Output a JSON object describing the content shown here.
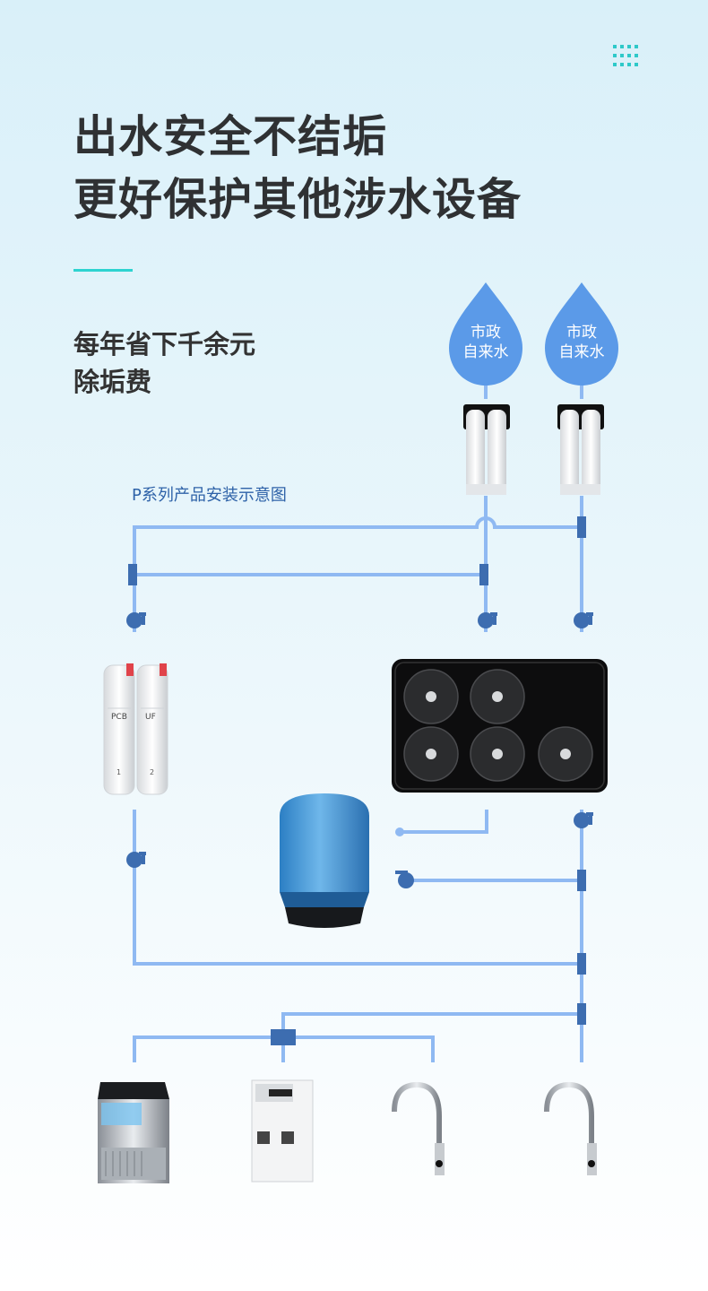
{
  "headline": {
    "line1": "出水安全不结垢",
    "line2": "更好保护其他涉水设备"
  },
  "subline": {
    "line1": "每年省下千余元",
    "line2": "除垢费"
  },
  "diagram": {
    "caption": "P系列产品安装示意图",
    "water_sources": [
      {
        "line1": "市政",
        "line2": "自来水"
      },
      {
        "line1": "市政",
        "line2": "自来水"
      }
    ],
    "filter_labels": {
      "left": "PCB",
      "right": "UF",
      "left_num": "1",
      "right_num": "2"
    }
  },
  "colors": {
    "pipe": "#8fb9f2",
    "valve": "#3d6db0",
    "drop": "#5b9ae8",
    "accent": "#2ed3d0",
    "headline": "#2f3133"
  },
  "icons": [
    "grid-dots-icon",
    "water-drop-icon",
    "prefilter-icon",
    "ro-purifier-icon",
    "pressure-tank-icon",
    "ice-maker-icon",
    "water-boiler-icon",
    "faucet-icon"
  ]
}
